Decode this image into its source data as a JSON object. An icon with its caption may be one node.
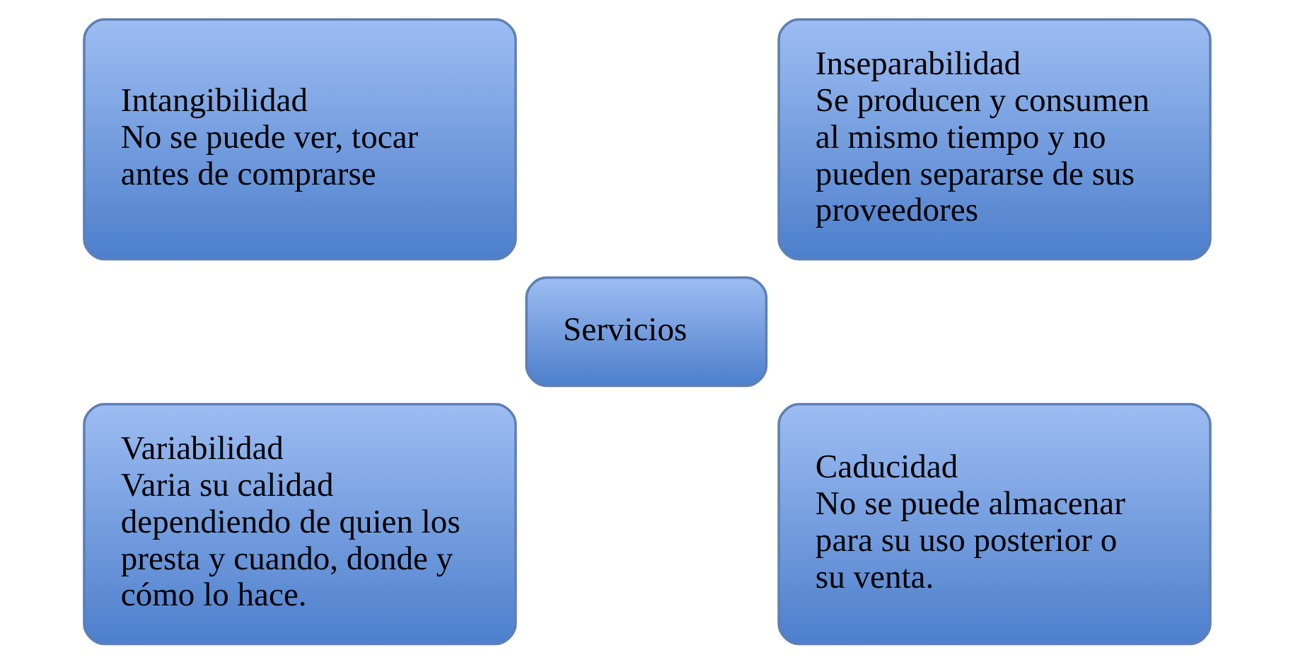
{
  "diagram": {
    "nodes": [
      {
        "text": [
          "Intangibilidad",
          "No se puede ver, tocar antes de comprarse"
        ]
      },
      {
        "text": [
          "Inseparabilidad",
          "Se producen y consumen al mismo tiempo y no pueden separarse de sus proveedores"
        ]
      },
      {
        "text": [
          "Servicios"
        ]
      },
      {
        "text": [
          "Variabilidad",
          "Varia su calidad dependiendo de quien los presta y cuando, donde y cómo lo hace."
        ]
      },
      {
        "text": [
          "Caducidad",
          "No se puede almacenar para su uso posterior o su venta."
        ]
      }
    ]
  }
}
